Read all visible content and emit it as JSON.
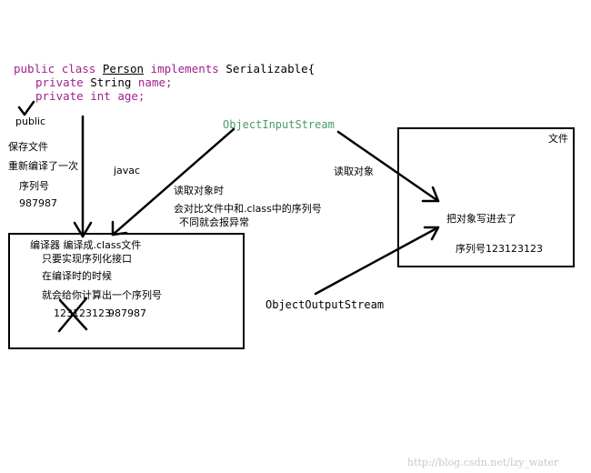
{
  "code": {
    "class_decl": {
      "kw1": "public",
      "kw2": "class",
      "class_name": "Person",
      "kw3": "implements",
      "iface": "Serializable{"
    },
    "field1": {
      "mod": "private",
      "type": "String",
      "name": "name;"
    },
    "field2": {
      "mod": "private",
      "type": "int",
      "name": "age;"
    }
  },
  "notes": {
    "public": "public",
    "save_file": "保存文件",
    "recompile": "重新编译了一次",
    "serial_no": "序列号",
    "serial_value": "987987",
    "javac": "javac",
    "read_object_left": "读取对象时",
    "compare_text": "会对比文件中和.class中的序列号",
    "mismatch_text": "不同就会报异常",
    "read_object_right": "读取对象"
  },
  "labels": {
    "object_input_stream": "ObjectInputStream",
    "object_output_stream": "ObjectOutputStream"
  },
  "compiler_box": {
    "title": "编译器 编译成.class文件",
    "line1": "只要实现序列化接口",
    "line2": "在编译时的时候",
    "line3": "就会给你计算出一个序列号",
    "old_serial": "123123123",
    "new_serial": "987987"
  },
  "file_box": {
    "title": "文件",
    "write_text": "把对象写进去了",
    "serial_text": "序列号123123123"
  },
  "watermark": "http://blog.csdn.net/lzy_water"
}
